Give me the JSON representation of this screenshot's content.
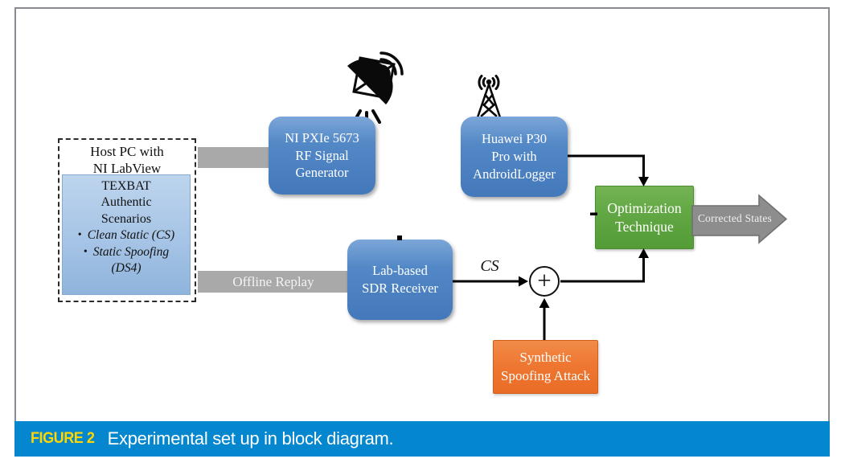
{
  "figure_caption": {
    "label": "FIGURE 2",
    "text": "Experimental set up in block diagram."
  },
  "blocks": {
    "host_pc": {
      "line1": "Host PC with",
      "line2": "NI LabView"
    },
    "texbat": {
      "line1": "TEXBAT",
      "line2": "Authentic",
      "line3": "Scenarios",
      "bullet": "•",
      "item1": "Clean Static (CS)",
      "item2": "Static Spoofing",
      "item2_cont": "(DS4)"
    },
    "signal_generator": {
      "line1": "NI PXIe 5673",
      "line2": "RF Signal",
      "line3": "Generator"
    },
    "phone": {
      "line1": "Huawei P30",
      "line2": "Pro with",
      "line3": "AndroidLogger"
    },
    "sdr_receiver": {
      "line1": "Lab-based",
      "line2": "SDR Receiver"
    },
    "optimization": {
      "line1": "Optimization",
      "line2": "Technique"
    },
    "spoofing_attack": {
      "line1": "Synthetic",
      "line2": "Spoofing Attack"
    }
  },
  "labels": {
    "offline_replay": "Offline Replay",
    "cs_signal": "CS",
    "corrected_states": "Corrected States",
    "summing_plus": "+"
  },
  "icons": [
    "satellite-dish-icon",
    "radio-tower-icon",
    "plus-summing-icon"
  ],
  "colors": {
    "box_blue": "#4e84c4",
    "box_light_blue": "#a6c4e6",
    "box_green": "#61a744",
    "box_orange": "#ee7630",
    "connector_gray": "#a9a9a9",
    "arrow_black": "#000000",
    "big_arrow_gray": "#8d8d8d",
    "caption_bar_blue": "#0487cf",
    "figure_label_yellow": "#ffd600",
    "frame_border_gray": "#8a8a92"
  }
}
